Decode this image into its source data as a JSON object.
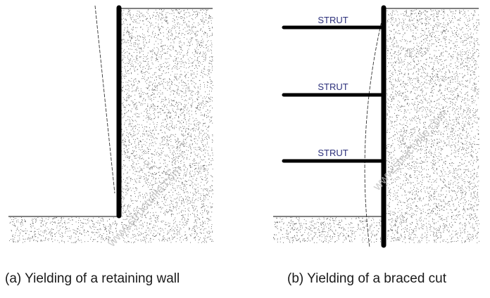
{
  "panels": [
    {
      "caption": "(a) Yielding of a retaining wall"
    },
    {
      "caption": "(b) Yielding of a braced cut",
      "strut_labels": [
        "STRUT",
        "STRUT",
        "STRUT"
      ]
    }
  ],
  "watermark": "www.structville.com",
  "colors": {
    "wall": "#000000",
    "strut_label": "#2b2f7a",
    "soil_dots": "#555555",
    "watermark": "#bdbdbd"
  }
}
